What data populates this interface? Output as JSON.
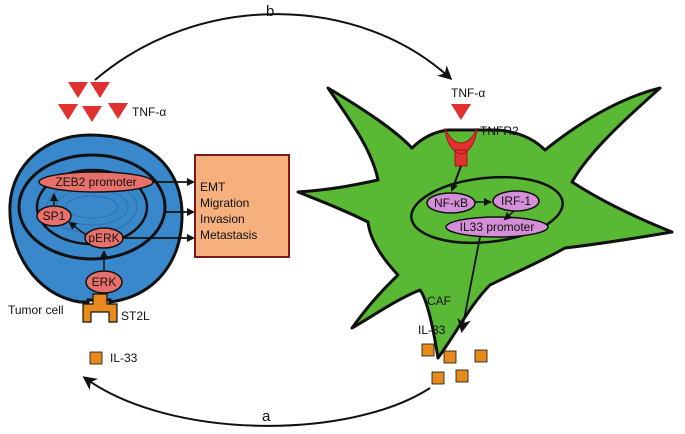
{
  "labels": {
    "b": "b",
    "a": "a",
    "tnf_alpha_left": "TNF-α",
    "tnf_alpha_right": "TNF-α",
    "tnfr2": "TNFR2",
    "caf": "CAF",
    "il33_right": "IL-33",
    "il33_left": "IL-33",
    "tumor_cell": "Tumor cell",
    "st2l": "ST2L"
  },
  "tumor_nodes": {
    "zeb2": "ZEB2 promoter",
    "sp1": "SP1",
    "perk": "pERK",
    "erk": "ERK"
  },
  "outcomes": [
    "EMT",
    "Migration",
    "Invasion",
    "Metastasis"
  ],
  "caf_nodes": {
    "nfkb": "NF-κB",
    "irf1": "IRF-1",
    "il33_promoter": "IL33 promoter"
  },
  "colors": {
    "tumor_blue": "#3a88cc",
    "caf_green": "#5ab934",
    "node_red": "#e8706a",
    "node_pink": "#d58fd8",
    "box_orange": "#f5b07e",
    "box_border": "#7a1a1a",
    "triangle_red": "#e03030",
    "il33_orange": "#e68a1e"
  }
}
